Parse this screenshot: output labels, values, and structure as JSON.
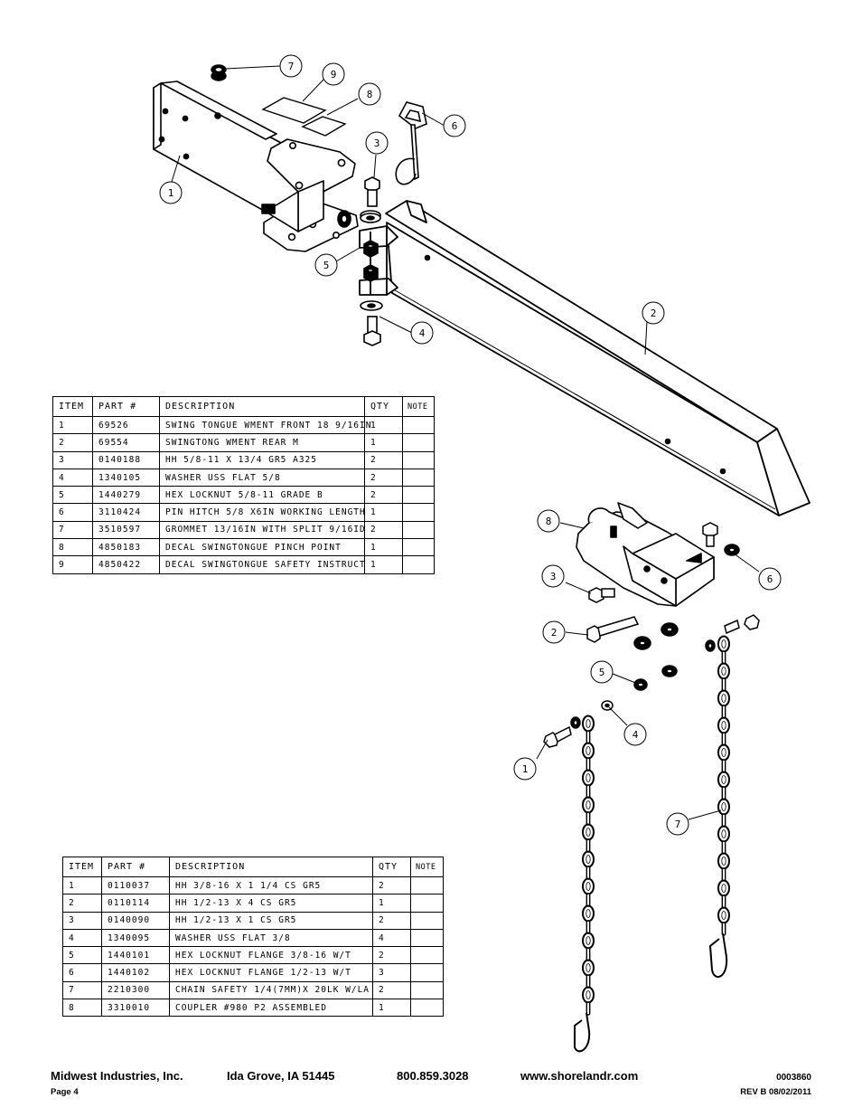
{
  "callouts_top": [
    "7",
    "9",
    "8",
    "6",
    "3",
    "1",
    "5",
    "2",
    "4"
  ],
  "callouts_bottom": [
    "8",
    "6",
    "3",
    "2",
    "5",
    "4",
    "1",
    "7"
  ],
  "table_top": {
    "headers": {
      "item": "ITEM",
      "part": "PART #",
      "desc": "DESCRIPTION",
      "qty": "QTY",
      "note": "NOTE"
    },
    "rows": [
      {
        "item": "1",
        "part": "69526",
        "desc": "SWING TONGUE WMENT FRONT 18 9/16IN",
        "qty": "1",
        "note": ""
      },
      {
        "item": "2",
        "part": "69554",
        "desc": "SWINGTONG WMENT REAR M",
        "qty": "1",
        "note": ""
      },
      {
        "item": "3",
        "part": "0140188",
        "desc": "HH 5/8-11 X 13/4  GR5 A325",
        "qty": "2",
        "note": ""
      },
      {
        "item": "4",
        "part": "1340105",
        "desc": "WASHER USS FLAT 5/8",
        "qty": "2",
        "note": ""
      },
      {
        "item": "5",
        "part": "1440279",
        "desc": "HEX LOCKNUT 5/8-11 GRADE B",
        "qty": "2",
        "note": ""
      },
      {
        "item": "6",
        "part": "3110424",
        "desc": "PIN HITCH 5/8 X6IN WORKING LENGTH",
        "qty": "1",
        "note": ""
      },
      {
        "item": "7",
        "part": "3510597",
        "desc": "GROMMET 13/16IN  WITH SPLIT 9/16ID",
        "qty": "2",
        "note": ""
      },
      {
        "item": "8",
        "part": "4850183",
        "desc": "DECAL SWINGTONGUE PINCH POINT",
        "qty": "1",
        "note": ""
      },
      {
        "item": "9",
        "part": "4850422",
        "desc": "DECAL SWINGTONGUE SAFETY INSTRUCT",
        "qty": "1",
        "note": ""
      }
    ]
  },
  "table_bottom": {
    "headers": {
      "item": "ITEM",
      "part": "PART #",
      "desc": "DESCRIPTION",
      "qty": "QTY",
      "note": "NOTE"
    },
    "rows": [
      {
        "item": "1",
        "part": "0110037",
        "desc": "HH 3/8-16 X 1 1/4 CS GR5",
        "qty": "2",
        "note": ""
      },
      {
        "item": "2",
        "part": "0110114",
        "desc": "HH 1/2-13 X 4 CS GR5",
        "qty": "1",
        "note": ""
      },
      {
        "item": "3",
        "part": "0140090",
        "desc": "HH 1/2-13 X 1 CS GR5",
        "qty": "2",
        "note": ""
      },
      {
        "item": "4",
        "part": "1340095",
        "desc": "WASHER USS FLAT 3/8",
        "qty": "4",
        "note": ""
      },
      {
        "item": "5",
        "part": "1440101",
        "desc": "HEX LOCKNUT FLANGE 3/8-16 W/T",
        "qty": "2",
        "note": ""
      },
      {
        "item": "6",
        "part": "1440102",
        "desc": "HEX LOCKNUT FLANGE 1/2-13 W/T",
        "qty": "3",
        "note": ""
      },
      {
        "item": "7",
        "part": "2210300",
        "desc": "CHAIN SAFETY 1/4(7MM)X 20LK W/LA",
        "qty": "2",
        "note": ""
      },
      {
        "item": "8",
        "part": "3310010",
        "desc": "COUPLER #980 P2 ASSEMBLED",
        "qty": "1",
        "note": ""
      }
    ]
  },
  "footer": {
    "company": "Midwest Industries, Inc.",
    "city": "Ida Grove, IA  51445",
    "phone": "800.859.3028",
    "website": "www.shorelandr.com",
    "doc_number": "0003860",
    "page": "Page 4",
    "revision": "REV B  08/02/2011"
  }
}
